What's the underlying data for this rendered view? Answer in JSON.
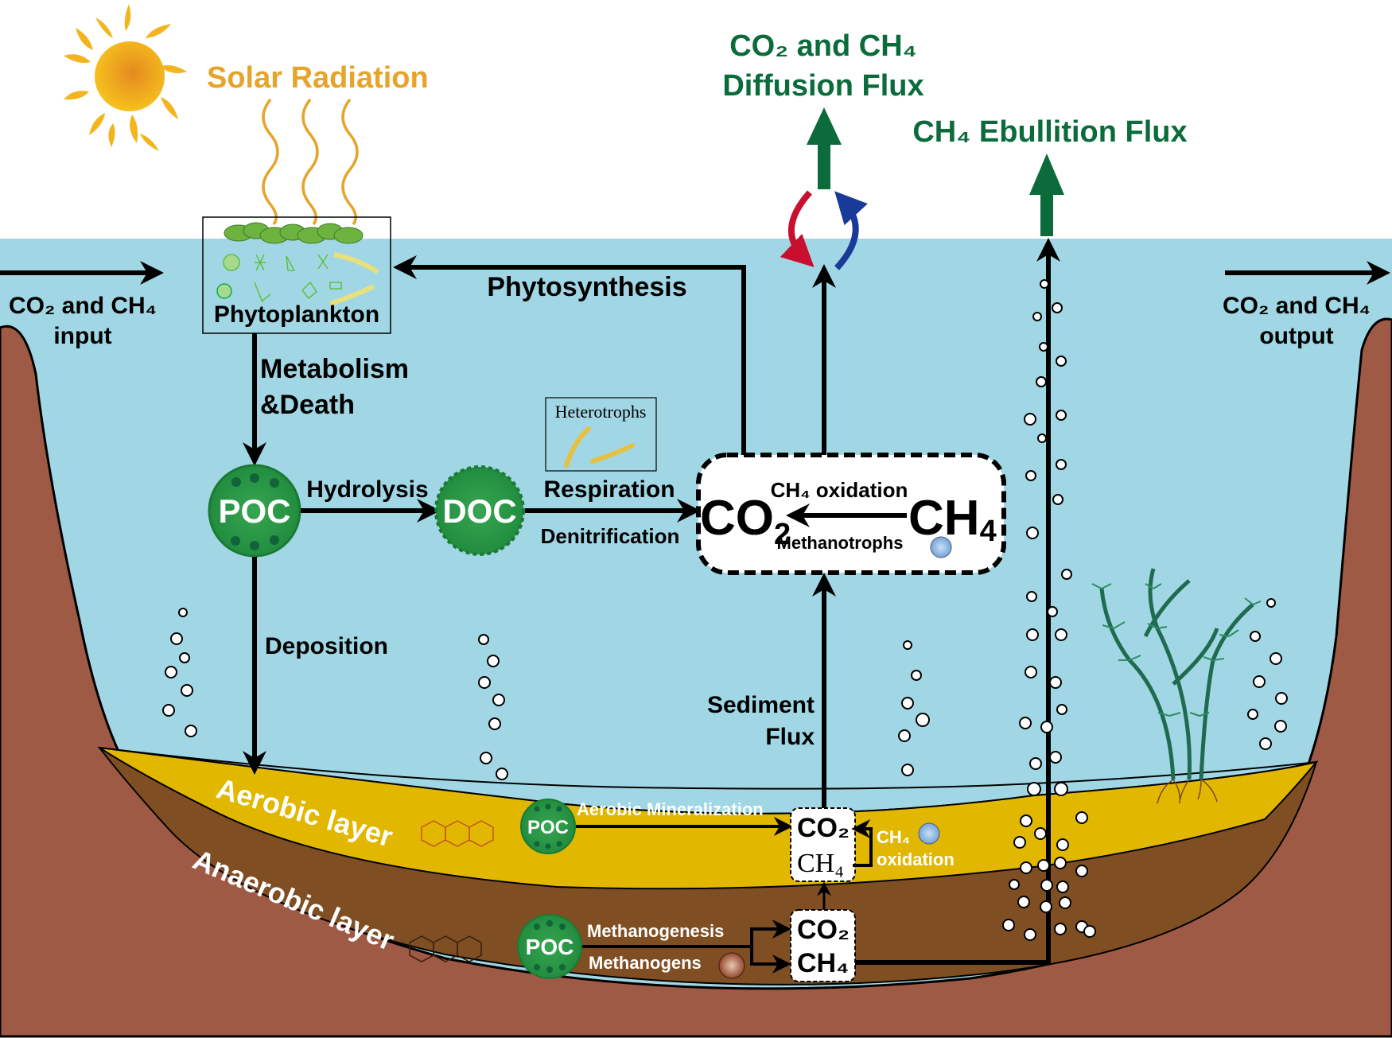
{
  "colors": {
    "water": "#a1d7e4",
    "aerobic_layer": "#e2b700",
    "anaerobic_layer": "#7f4f23",
    "earth": "#9e5a45",
    "flux_green": "#0b6b3a",
    "solar": "#e6a42b",
    "poc_green": "#2e9a4a",
    "arrow_red": "#c8102e",
    "arrow_blue": "#1a3a9a"
  },
  "header": {
    "solar_radiation": "Solar Radiation",
    "diffusion_flux_line1": "CO₂ and CH₄",
    "diffusion_flux_line2": "Diffusion Flux",
    "ebullition_flux": "CH₄ Ebullition Flux"
  },
  "inputs": {
    "input_line1": "CO₂ and CH₄",
    "input_line2": "input",
    "output_line1": "CO₂ and CH₄",
    "output_line2": "output"
  },
  "water_column": {
    "phytoplankton": "Phytoplankton",
    "phytosynthesis": "Phytosynthesis",
    "metabolism_line1": "Metabolism",
    "metabolism_line2": "&Death",
    "poc": "POC",
    "doc": "DOC",
    "hydrolysis": "Hydrolysis",
    "heterotrophs": "Heterotrophs",
    "respiration": "Respiration",
    "denitrification": "Denitrification",
    "deposition": "Deposition",
    "sediment_flux_line1": "Sediment",
    "sediment_flux_line2": "Flux"
  },
  "oxidation_box": {
    "co2": "CO",
    "co2_sub": "2",
    "ch4": "CH",
    "ch4_sub": "4",
    "process": "CH₄ oxidation",
    "organism": "Methanotrophs"
  },
  "sediment": {
    "aerobic_layer": "Aerobic layer",
    "anaerobic_layer": "Anaerobic layer",
    "poc_aerobic": "POC",
    "poc_anaerobic": "POC",
    "aerobic_mineralization": "Aerobic Mineralization",
    "methanogenesis": "Methanogenesis",
    "methanogens": "Methanogens",
    "ch4_oxidation_line1": "CH₄",
    "ch4_oxidation_line2": "oxidation",
    "upper_box_co2": "CO₂",
    "upper_box_ch4": "CH₄",
    "lower_box_co2": "CO₂",
    "lower_box_ch4": "CH₄"
  }
}
